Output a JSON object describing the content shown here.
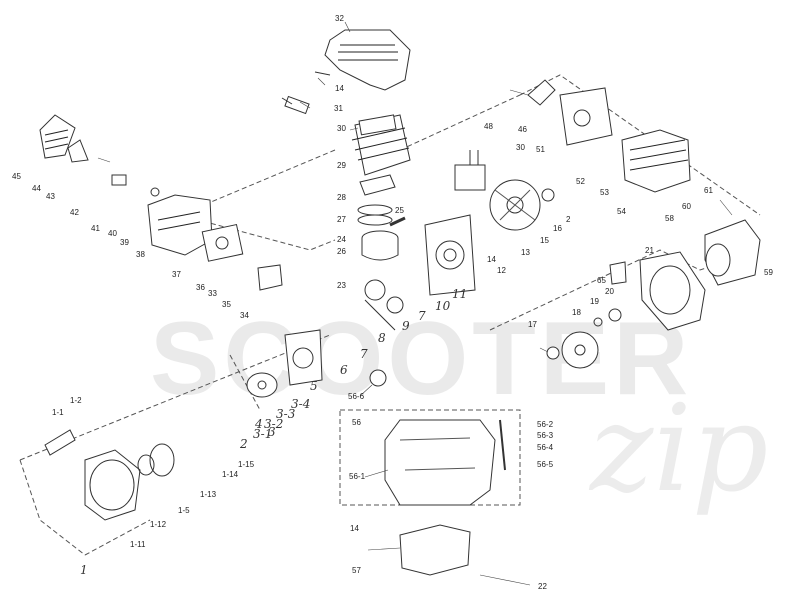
{
  "watermark": {
    "text": "SCOOTER",
    "script": "zip"
  },
  "labels": {
    "p32": "32",
    "p14a": "14",
    "p31": "31",
    "p30a": "30",
    "p30b": "30",
    "p29": "29",
    "p28": "28",
    "p27": "27",
    "p25": "25",
    "p24": "24",
    "p26": "26",
    "p23": "23",
    "p45": "45",
    "p44": "44",
    "p43": "43",
    "p42": "42",
    "p41": "41",
    "p40": "40",
    "p39": "39",
    "p38": "38",
    "p37": "37",
    "p36": "36",
    "p33": "33",
    "p35": "35",
    "p34": "34",
    "p48": "48",
    "p46": "46",
    "p51": "51",
    "p52": "52",
    "p53": "53",
    "p54": "54",
    "p61": "61",
    "p60": "60",
    "p58": "58",
    "p59": "59",
    "p21": "21",
    "p65": "65",
    "p16": "16",
    "p2": "2",
    "p15": "15",
    "p13": "13",
    "p14b": "14",
    "p12": "12",
    "p11": "11",
    "p10": "10",
    "p9": "9",
    "p8": "8",
    "p7a": "7",
    "p7b": "7",
    "p6": "6",
    "p5": "5",
    "p20": "20",
    "p19": "19",
    "p18": "18",
    "p17": "17",
    "p56_6": "56-6",
    "p56": "56",
    "p56_1": "56-1",
    "p56_2": "56-2",
    "p56_3": "56-3",
    "p56_4": "56-4",
    "p56_5": "56-5",
    "p3_4": "3-4",
    "p3_3": "3-3",
    "p3_2": "3-2",
    "p3_1": "3-1",
    "p3": "3",
    "p4": "4",
    "p2b": "2",
    "p1_1": "1-1",
    "p1_2": "1-2",
    "p1_15": "1-15",
    "p1_14": "1-14",
    "p1_13": "1-13",
    "p1_5": "1-5",
    "p1_12": "1-12",
    "p1_11": "1-11",
    "p1": "1",
    "p14c": "14",
    "p57": "57",
    "p22": "22"
  }
}
